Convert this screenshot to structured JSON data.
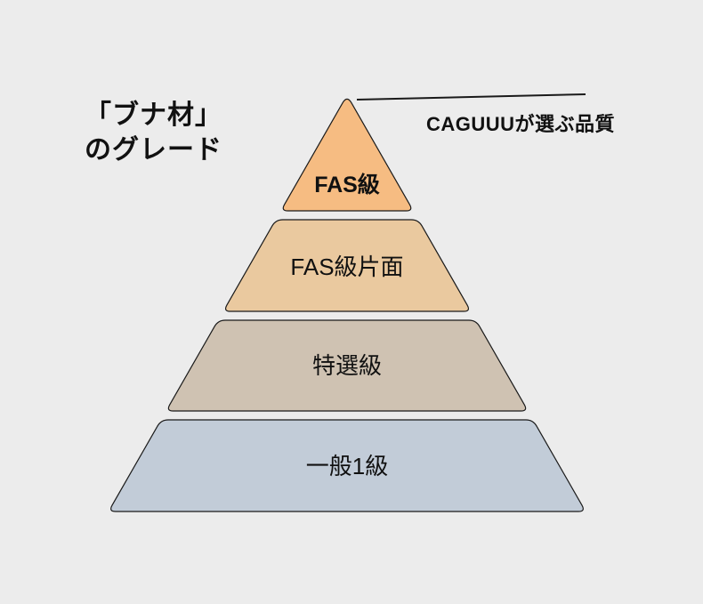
{
  "title": {
    "line1": "「ブナ材」",
    "line2": "のグレード"
  },
  "annotation": {
    "label": "CAGUUUが選ぶ品質"
  },
  "pyramid": {
    "tiers": [
      {
        "label": "FAS級",
        "color": "#f6bc82"
      },
      {
        "label": "FAS級片面",
        "color": "#eac99f"
      },
      {
        "label": "特選級",
        "color": "#cfc2b2"
      },
      {
        "label": "一般1級",
        "color": "#c2ccd8"
      }
    ]
  },
  "colors": {
    "background": "#ececec",
    "border": "#1a1a1a",
    "text": "#111111"
  }
}
